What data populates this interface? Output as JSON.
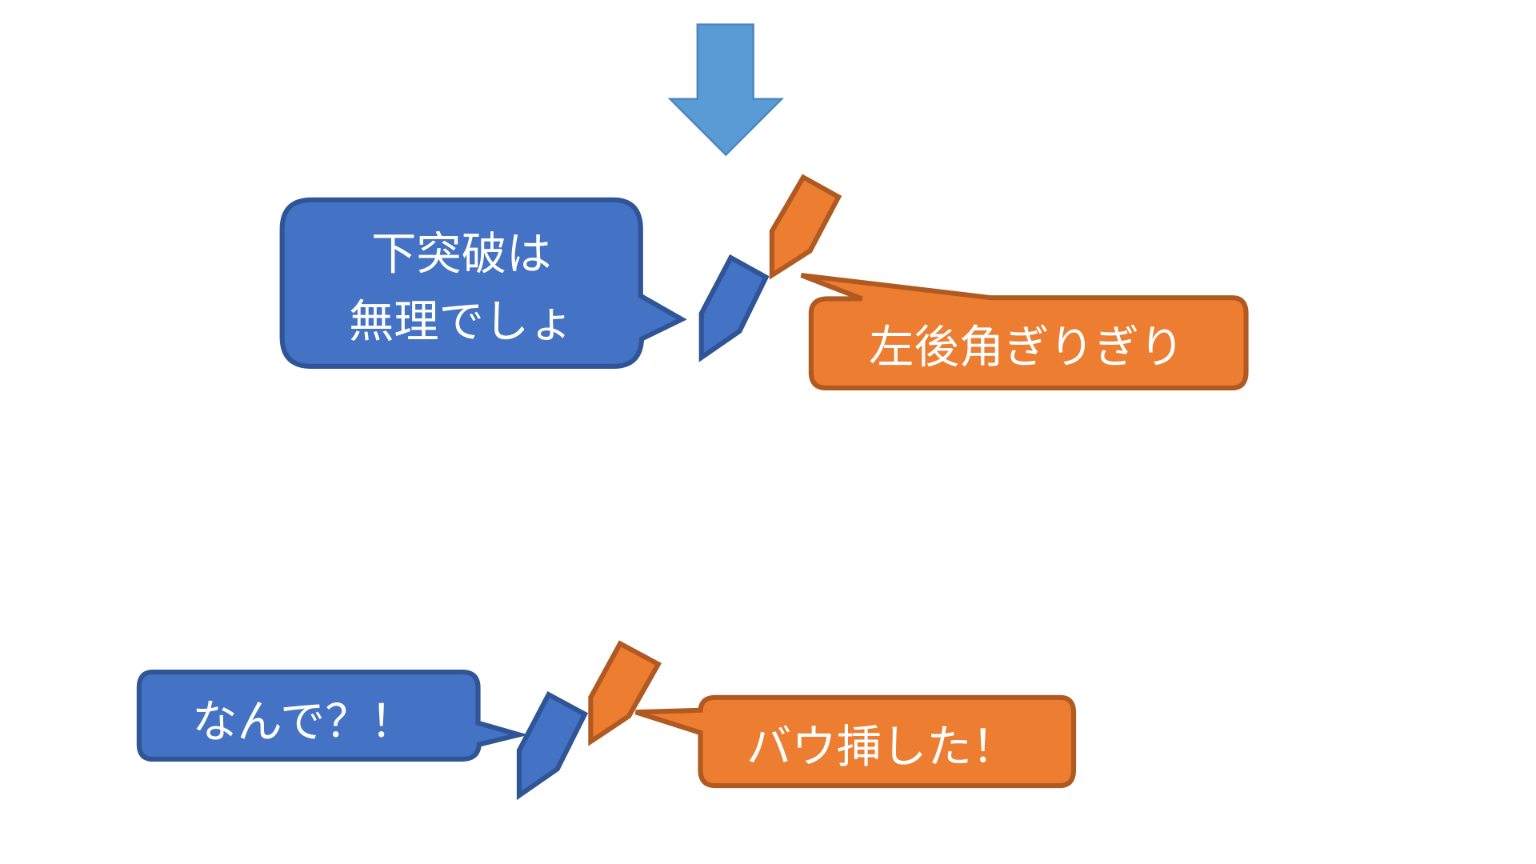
{
  "colors": {
    "blue_fill": "#4472C4",
    "blue_stroke": "#2F5597",
    "orange_fill": "#ED7D31",
    "orange_stroke": "#B05A21",
    "arrow_fill": "#5B9BD5",
    "arrow_stroke": "#4A86BF"
  },
  "scene1": {
    "blue_bubble": {
      "line1": "下突破は",
      "line2": "無理でしょ"
    },
    "orange_bubble": {
      "text": "左後角ぎりぎり"
    }
  },
  "scene2": {
    "blue_bubble": {
      "text": "なんで？！"
    },
    "orange_bubble": {
      "text": "バウ挿した！"
    }
  }
}
